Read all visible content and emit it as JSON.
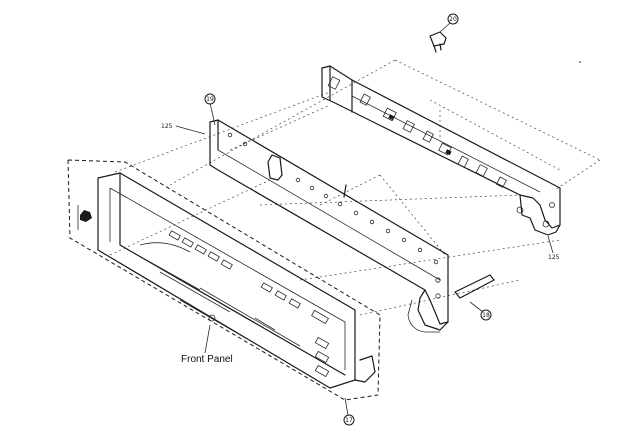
{
  "diagram": {
    "part_label": "Front Panel",
    "callouts": [
      {
        "id": "c1",
        "text": "20"
      },
      {
        "id": "c2",
        "text": "19"
      },
      {
        "id": "c3",
        "text": "18"
      },
      {
        "id": "c4",
        "text": "17"
      }
    ],
    "small_labels": [
      {
        "id": "l1",
        "text": "125"
      },
      {
        "id": "l2",
        "text": "125"
      }
    ]
  }
}
